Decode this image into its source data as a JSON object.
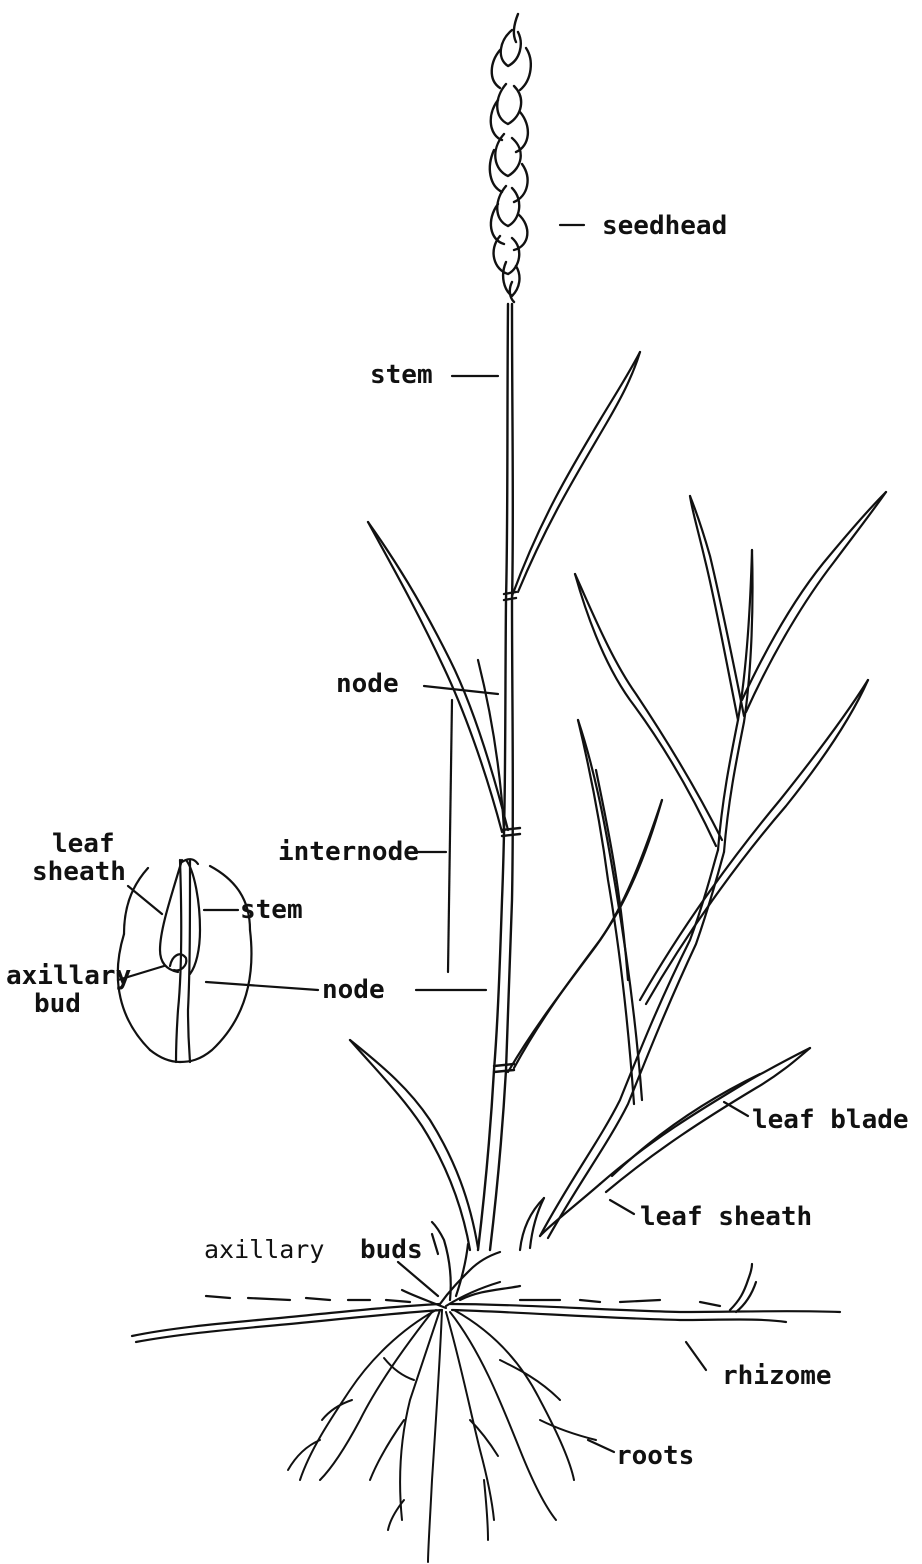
{
  "labels": {
    "seedhead": "seedhead",
    "stem": "stem",
    "node_upper": "node",
    "internode": "internode",
    "node_lower": "node",
    "leaf_blade": "leaf blade",
    "leaf_sheath": "leaf sheath",
    "axillary": "axillary",
    "buds": "buds",
    "rhizome": "rhizome",
    "roots": "roots",
    "inset_leaf": "leaf",
    "inset_sheath": "sheath",
    "inset_stem": "stem",
    "inset_axillary": "axillary",
    "inset_bud": "bud"
  },
  "colors": {
    "ink": "#111111",
    "paper": "#ffffff"
  }
}
